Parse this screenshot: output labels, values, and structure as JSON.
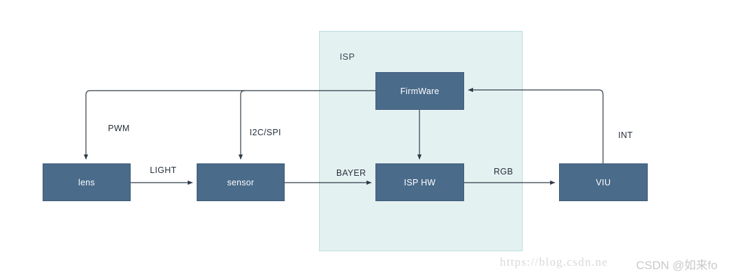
{
  "diagram": {
    "title": "ISP camera pipeline block diagram",
    "region": {
      "label": "ISP",
      "fill": "#e4f1f1",
      "stroke": "#bcdede"
    },
    "node_fill": "#4a6b8a",
    "node_stroke": "#3f5c78",
    "wire_color": "#2f3b48",
    "nodes": [
      {
        "id": "lens",
        "label": "lens"
      },
      {
        "id": "sensor",
        "label": "sensor"
      },
      {
        "id": "isp_hw",
        "label": "ISP HW"
      },
      {
        "id": "viu",
        "label": "VIU"
      },
      {
        "id": "firmware",
        "label": "FirmWare"
      }
    ],
    "edges": [
      {
        "id": "pwm",
        "label": "PWM",
        "from": "firmware",
        "to": "lens"
      },
      {
        "id": "i2c_spi",
        "label": "I2C/SPI",
        "from": "firmware",
        "to": "sensor"
      },
      {
        "id": "light",
        "label": "LIGHT",
        "from": "lens",
        "to": "sensor"
      },
      {
        "id": "bayer",
        "label": "BAYER",
        "from": "sensor",
        "to": "isp_hw"
      },
      {
        "id": "rgb",
        "label": "RGB",
        "from": "isp_hw",
        "to": "viu"
      },
      {
        "id": "int",
        "label": "INT",
        "from": "viu",
        "to": "firmware"
      },
      {
        "id": "fw_to_hw",
        "label": "",
        "from": "firmware",
        "to": "isp_hw"
      }
    ]
  },
  "watermark": {
    "url": "https://blog.csdn.ne",
    "tag": "CSDN @如来fo"
  }
}
